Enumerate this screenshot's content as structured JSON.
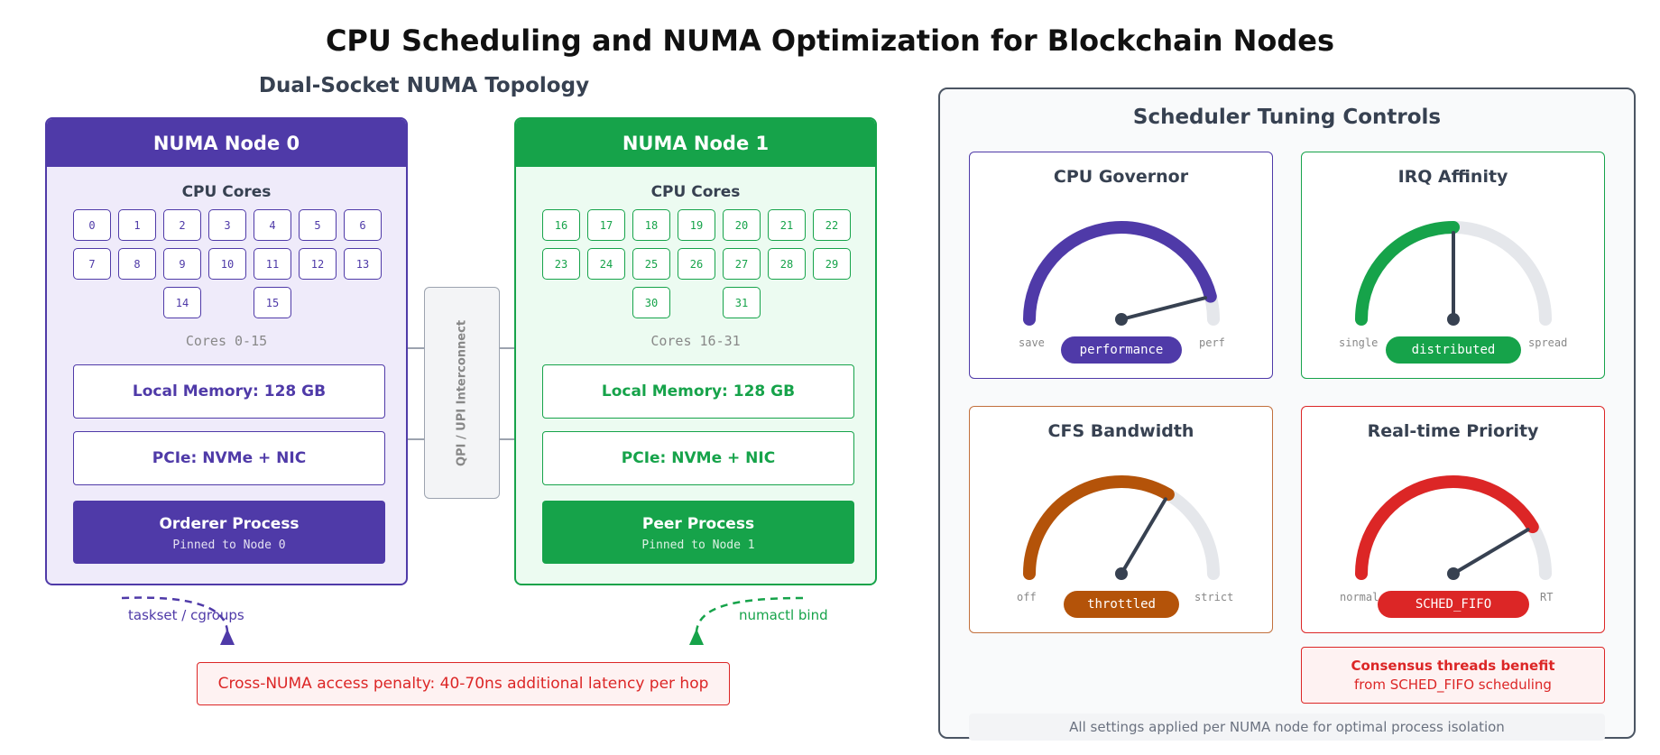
{
  "title": "CPU Scheduling and NUMA Optimization for Blockchain Nodes",
  "topology_title": "Dual-Socket NUMA Topology",
  "nodes": [
    {
      "name": "NUMA Node 0",
      "cores_title": "CPU Cores",
      "cores": [
        "0",
        "1",
        "2",
        "3",
        "4",
        "5",
        "6",
        "7",
        "8",
        "9",
        "10",
        "11",
        "12",
        "13",
        "14",
        "15"
      ],
      "range": "Cores 0-15",
      "memory": "Local Memory: 128 GB",
      "pcie": "PCIe: NVMe + NIC",
      "process": "Orderer Process",
      "pinned": "Pinned to Node 0",
      "color": "#4f3aa8"
    },
    {
      "name": "NUMA Node 1",
      "cores_title": "CPU Cores",
      "cores": [
        "16",
        "17",
        "18",
        "19",
        "20",
        "21",
        "22",
        "23",
        "24",
        "25",
        "26",
        "27",
        "28",
        "29",
        "30",
        "31"
      ],
      "range": "Cores 16-31",
      "memory": "Local Memory: 128 GB",
      "pcie": "PCIe: NVMe + NIC",
      "process": "Peer Process",
      "pinned": "Pinned to Node 1",
      "color": "#16a34a"
    }
  ],
  "interconnect": "QPI / UPI Interconnect",
  "binding": {
    "left": "taskset / cgroups",
    "right": "numactl bind"
  },
  "penalty": "Cross-NUMA access penalty: 40-70ns additional latency per hop",
  "panel": {
    "title": "Scheduler Tuning Controls",
    "gauges": [
      {
        "title": "CPU Governor",
        "left": "save",
        "right": "perf",
        "value": "performance",
        "level": 0.92,
        "color": "#4f3aa8"
      },
      {
        "title": "IRQ Affinity",
        "left": "single",
        "right": "spread",
        "value": "distributed",
        "level": 0.5,
        "color": "#16a34a"
      },
      {
        "title": "CFS Bandwidth",
        "left": "off",
        "right": "strict",
        "value": "throttled",
        "level": 0.67,
        "color": "#b45309"
      },
      {
        "title": "Real-time Priority",
        "left": "normal",
        "right": "RT",
        "value": "SCHED_FIFO",
        "level": 0.83,
        "color": "#dc2626"
      }
    ],
    "note_bold": "Consensus threads benefit",
    "note": "from SCHED_FIFO scheduling",
    "footer": "All settings applied per NUMA node for optimal process isolation"
  }
}
